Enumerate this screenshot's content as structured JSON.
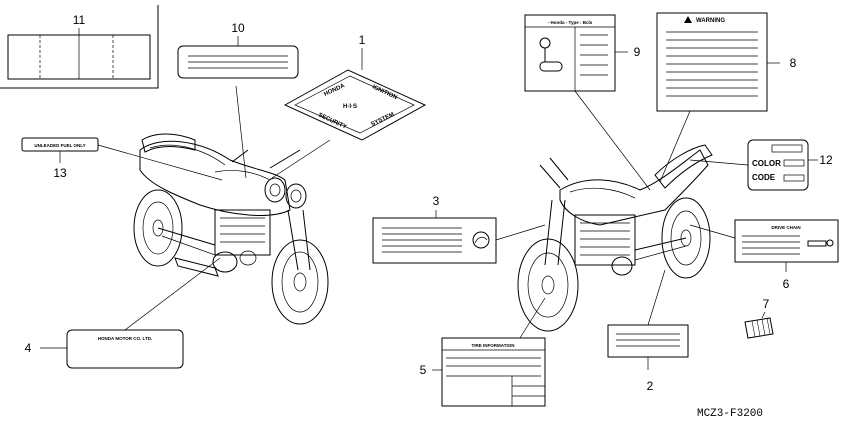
{
  "callouts": {
    "n1": "1",
    "n2": "2",
    "n3": "3",
    "n4": "4",
    "n5": "5",
    "n6": "6",
    "n7": "7",
    "n8": "8",
    "n9": "9",
    "n10": "10",
    "n11": "11",
    "n12": "12",
    "n13": "13"
  },
  "labels": {
    "unleaded_fuel": "UNLEADED FUEL ONLY",
    "honda_motor": "HONDA MOTOR CO. LTD.",
    "tire_information": "TIRE INFORMATION",
    "drive_chain": "DRIVE CHAIN",
    "warning": "WARNING",
    "honda_type": "- Honda - Type : Bcls",
    "color": "COLOR",
    "code": "CODE",
    "his": "H·I·S",
    "ignition_left": "HONDA",
    "ignition_right": "IGNITION",
    "security_left": "SECURITY",
    "security_right": "SYSTEM"
  },
  "diagram_code": "MCZ3-F3200"
}
